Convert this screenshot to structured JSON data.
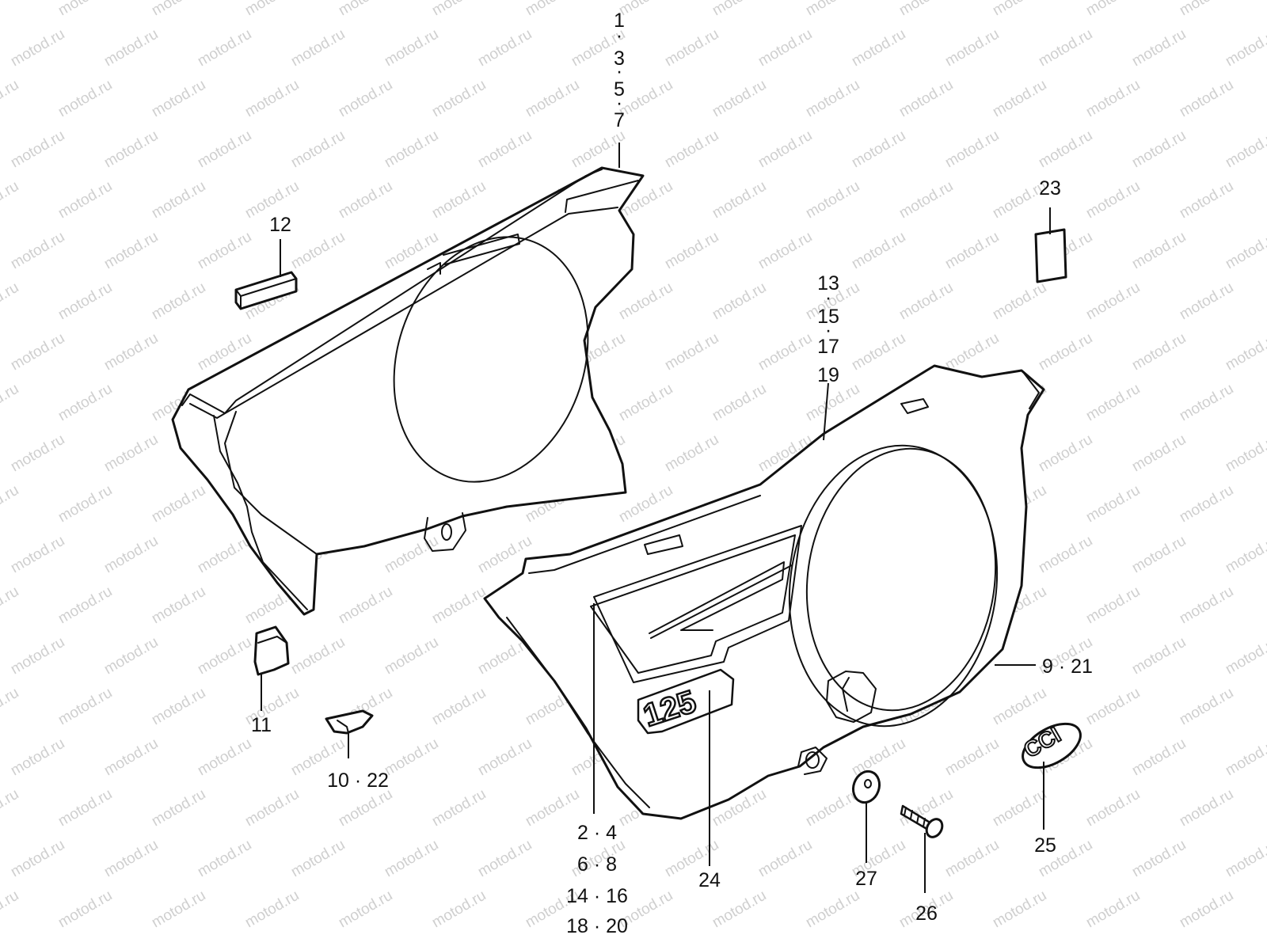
{
  "watermark": {
    "text": "motod.ru",
    "color": "#cfcfcf"
  },
  "callouts": {
    "c_1_3_5_7": [
      "1",
      "3",
      "5",
      "7"
    ],
    "c_12": "12",
    "c_23": "23",
    "c_13_15_17_19": [
      "13",
      "15",
      "17",
      "19"
    ],
    "c_9_21": "9 · 21",
    "c_11": "11",
    "c_10_22": "10 · 22",
    "c_2_to_20": [
      "2 · 4",
      "6 · 8",
      "14 · 16",
      "18 · 20"
    ],
    "c_24": "24",
    "c_27": "27",
    "c_26": "26",
    "c_25": "25"
  },
  "emblems": {
    "engine_size": "125",
    "badge": "CCI"
  }
}
